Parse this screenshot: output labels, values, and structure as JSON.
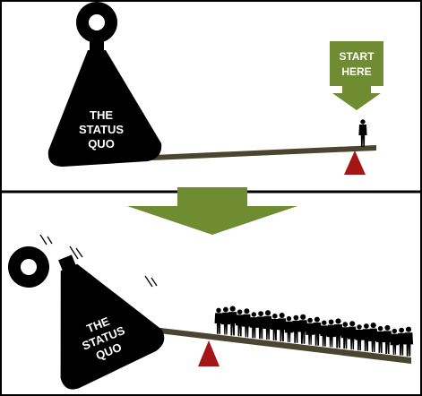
{
  "colors": {
    "frame": "#000000",
    "weight": "#000000",
    "weight_text": "#ffffff",
    "beam": "#4a4530",
    "fulcrum": "#a31616",
    "arrow": "#6f8c32",
    "start_box": "#6f8c32",
    "person": "#000000"
  },
  "top_panel": {
    "weight": {
      "line1": "THE",
      "line2": "STATUS",
      "line3": "QUO"
    },
    "start_here": {
      "line1": "START",
      "line2": "HERE"
    },
    "people_count": 1
  },
  "bottom_panel": {
    "weight": {
      "line1": "THE",
      "line2": "STATUS",
      "line3": "QUO"
    },
    "people_count": 28
  },
  "icons": {
    "transition": "down-arrow-icon",
    "start_pointer": "down-arrow-icon",
    "fulcrum": "triangle-fulcrum-icon",
    "person": "person-silhouette-icon",
    "motion": "motion-lines-icon"
  }
}
